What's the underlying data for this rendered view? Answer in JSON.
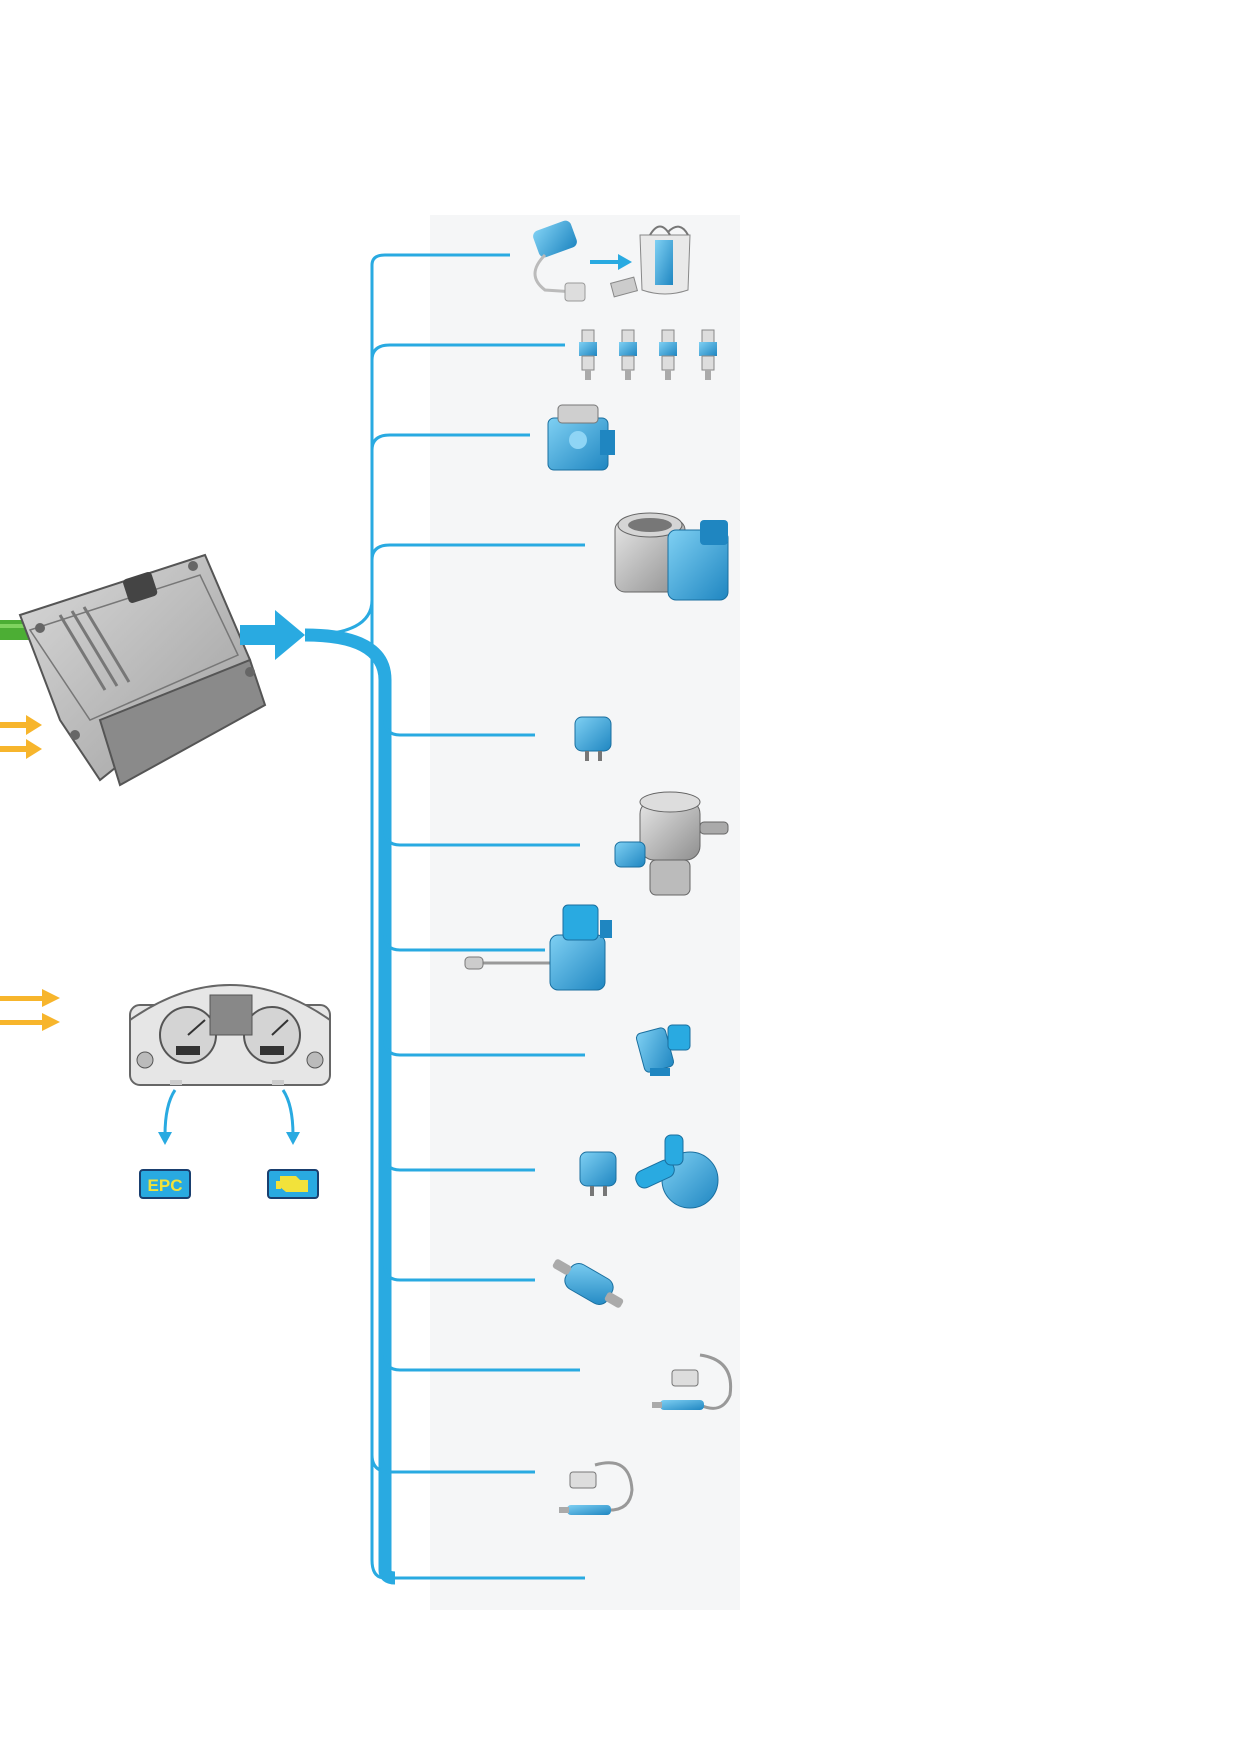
{
  "colors": {
    "bus_blue": "#29aae1",
    "component_blue": "#4bb4e6",
    "component_blue_dark": "#1f86c1",
    "ecu_grey": "#bdbdbd",
    "green_wire": "#4cae34",
    "input_arrow_yellow": "#f7b52c",
    "lamp_text_yellow": "#f2e23a",
    "panel_background": "#f5f6f7"
  },
  "warning_lamps": {
    "epc": {
      "label": "EPC",
      "icon": "epc-warning-lamp"
    },
    "engine": {
      "icon": "check-engine-icon"
    }
  },
  "components": [
    {
      "id": "fuel-pump-module",
      "icon": "fuel-pump-icon"
    },
    {
      "id": "injectors",
      "icon": "injector-icon",
      "count": 4
    },
    {
      "id": "ignition-coil",
      "icon": "ignition-coil-icon"
    },
    {
      "id": "throttle-body",
      "icon": "throttle-body-icon"
    },
    {
      "id": "relay",
      "icon": "relay-icon"
    },
    {
      "id": "high-pressure-fuel-pump",
      "icon": "high-pressure-pump-icon"
    },
    {
      "id": "turbo-wastegate-actuator",
      "icon": "actuator-icon"
    },
    {
      "id": "solenoid-valve",
      "icon": "solenoid-valve-icon"
    },
    {
      "id": "relay-and-coolant-pump",
      "icon": "coolant-pump-icon"
    },
    {
      "id": "purge-valve",
      "icon": "purge-valve-icon"
    },
    {
      "id": "oxygen-sensor-heater-1",
      "icon": "lambda-probe-icon"
    },
    {
      "id": "oxygen-sensor-heater-2",
      "icon": "lambda-probe-icon"
    },
    {
      "id": "unlabelled-output",
      "icon": "none"
    }
  ]
}
